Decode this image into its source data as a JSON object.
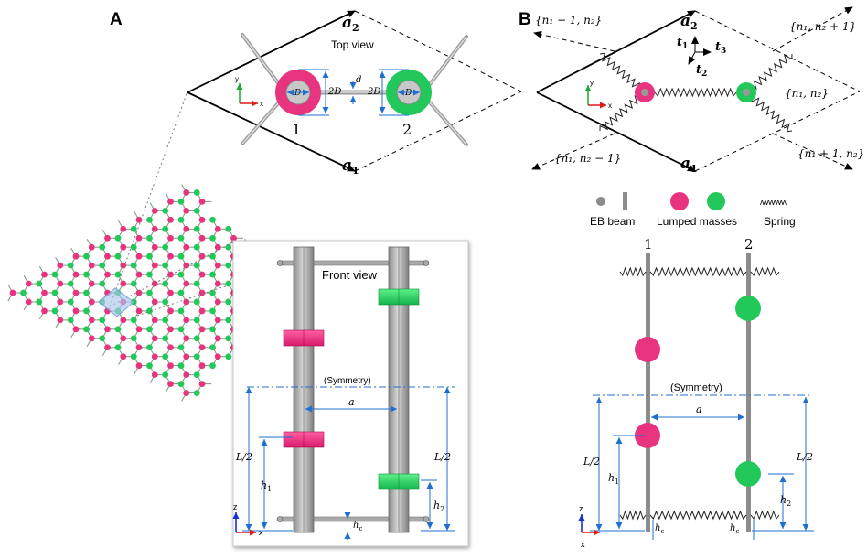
{
  "panels": {
    "a": {
      "label": "A",
      "top_view_title": "Top view",
      "front_view_title": "Front view",
      "diameter": "D",
      "gap_2D": "2D",
      "thickness_d": "d",
      "mass_1": "1",
      "mass_2": "2",
      "lattice_vector_1": "a",
      "lattice_vector_1_sub": "1",
      "lattice_vector_2": "a",
      "lattice_vector_2_sub": "2",
      "axis_x": "x",
      "axis_y": "y",
      "axis_z": "z",
      "symmetry": "(Symmetry)",
      "spacing_a": "a",
      "L_half": "L/2",
      "h1": "h",
      "h1_sub": "1",
      "h2": "h",
      "h2_sub": "2",
      "hc": "h",
      "hc_sub": "c"
    },
    "b": {
      "label": "B",
      "cell_left": "{n₁ − 1, n₂}",
      "cell_top_right": "{n₁, n₂ + 1}",
      "cell_center": "{n₁, n₂}",
      "cell_bottom_left": "{n₁, n₂ − 1}",
      "cell_bottom_right": "{n₁ + 1, n₂}",
      "t1": "t",
      "t1_sub": "1",
      "t2": "t",
      "t2_sub": "2",
      "t3": "t",
      "t3_sub": "3",
      "a1": "a",
      "a1_sub": "1",
      "a2": "a",
      "a2_sub": "2",
      "axis_x": "x",
      "axis_y": "y",
      "axis_z": "z",
      "legend_beam": "EB beam",
      "legend_masses": "Lumped masses",
      "legend_spring": "Spring",
      "spring_glyph": "ʌʌʌʌʌʌʌʌ",
      "beam_1": "1",
      "beam_2": "2",
      "symmetry": "(Symmetry)",
      "spacing_a": "a",
      "L_half_left": "L/2",
      "L_half_right": "L/2",
      "h1": "h",
      "h1_sub": "1",
      "h2": "h",
      "h2_sub": "2",
      "hc_left": "h",
      "hc_left_sub": "c",
      "hc_right": "h",
      "hc_right_sub": "c"
    }
  },
  "colors": {
    "mass_1": "#e8337f",
    "mass_2": "#22c95a",
    "beam": "#8c8c8c",
    "dimension": "#1f6fd1",
    "lattice_bond": "#7a9a7a"
  }
}
